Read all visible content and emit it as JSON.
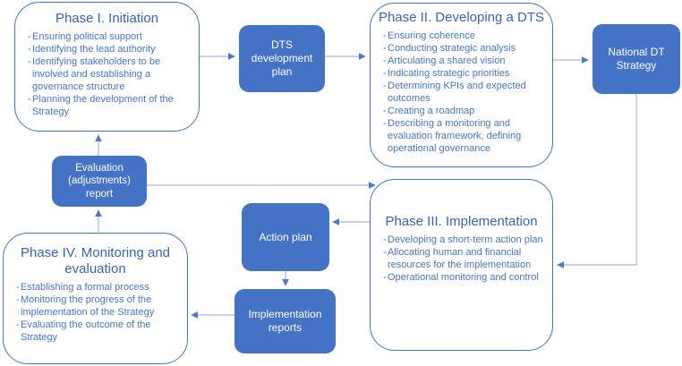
{
  "diagram": {
    "bullet_char": "-",
    "colors": {
      "node_fill": "#4472c4",
      "node_text": "#ffffff",
      "outline_border": "#4472c4",
      "title_text": "#3a63ae",
      "body_text": "#4675c0",
      "connector_line": "#a7b7dd",
      "arrowhead": "#4d79c7"
    },
    "boxes": {
      "phase1": {
        "title": "Phase I. Initiation",
        "bullets": [
          "Ensuring political support",
          "Identifying the lead authority",
          "Identifying stakeholders to be involved and establishing a governance structure",
          "Planning the development of the Strategy"
        ]
      },
      "dts_plan": {
        "label": "DTS development plan"
      },
      "phase2": {
        "title": "Phase II. Developing a DTS",
        "bullets": [
          "Ensuring coherence",
          "Conducting strategic analysis",
          "Articulating a shared vision",
          "Indicating strategic priorities",
          "Determining KPIs and expected outcomes",
          "Creating a roadmap",
          "Describing a monitoring and evaluation framework, defining operational governance"
        ]
      },
      "national_dt": {
        "label": "National DT Strategy"
      },
      "evaluation": {
        "label": "Evaluation (adjustments) report"
      },
      "action_plan": {
        "label": "Action plan"
      },
      "phase3": {
        "title": "Phase III. Implementation",
        "bullets": [
          "Developing a short-term action plan",
          "Allocating human and financial resources for the implementation",
          "Operational monitoring and control"
        ]
      },
      "phase4": {
        "title": "Phase IV. Monitoring and evaluation",
        "bullets": [
          "Establishing a formal process",
          "Monitoring the progress of the implementation of the Strategy",
          "Evaluating the outcome of the Strategy"
        ]
      },
      "impl_reports": {
        "label": "Implementation reports"
      }
    }
  }
}
